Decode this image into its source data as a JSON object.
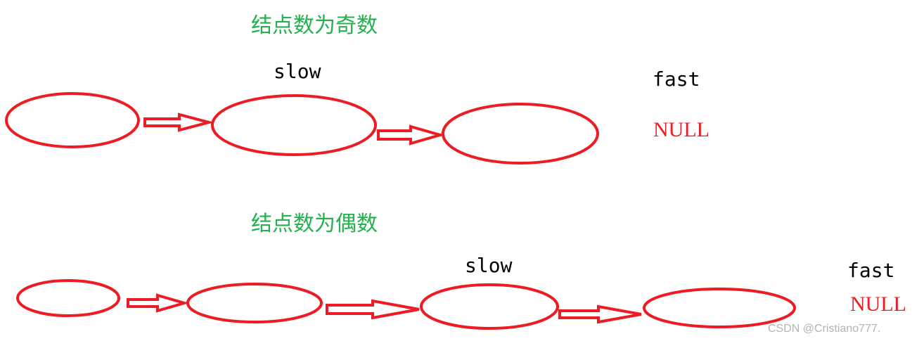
{
  "colors": {
    "heading": "#22b14c",
    "node_stroke": "#ed1c24",
    "null_text": "#ed1c24",
    "pointer_text": "#000000",
    "watermark": "#b3b3b3"
  },
  "odd_case": {
    "heading": "结点数为奇数",
    "slow_label": "slow",
    "fast_label": "fast",
    "null_label": "NULL",
    "node_count": 3
  },
  "even_case": {
    "heading": "结点数为偶数",
    "slow_label": "slow",
    "fast_label": "fast",
    "null_label": "NULL",
    "node_count": 4
  },
  "watermark": "CSDN @Cristiano777."
}
